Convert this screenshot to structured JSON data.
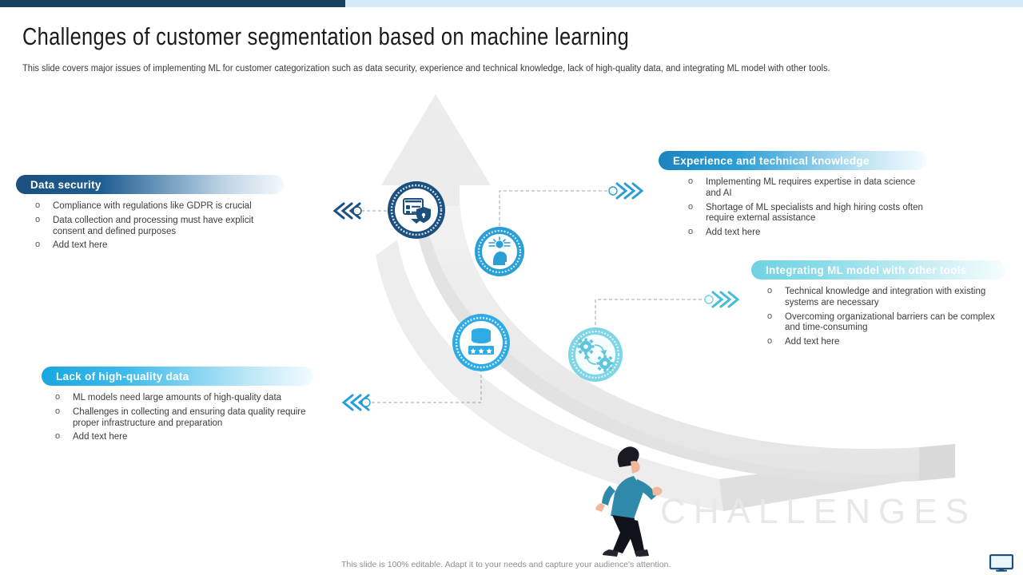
{
  "slide": {
    "title": "Challenges of customer segmentation based on machine learning",
    "subtitle": "This slide covers major issues of implementing ML for customer categorization such as data security, experience and technical knowledge, lack of high-quality data, and integrating ML model with other tools.",
    "watermark": "CHALLENGES",
    "footer_note": "This slide is 100% editable. Adapt it to your needs and capture your audience's attention."
  },
  "colors": {
    "topbar_dark": "#17405a",
    "topbar_light": "#d4ebf7",
    "accent_dark_blue": "#1b4f7e",
    "accent_blue": "#2a9fd6",
    "accent_light_blue": "#18a7e0",
    "accent_teal": "#6fd3e2",
    "ramp_gray": "#e9e9e9",
    "watermark_gray": "#e8e8e8"
  },
  "cards": [
    {
      "id": "data-security",
      "title": "Data security",
      "icon": "screen-lock-shield-icon",
      "bullets": [
        "Compliance with regulations like GDPR is crucial",
        "Data collection and processing must have explicit consent and defined purposes",
        "Add text here"
      ]
    },
    {
      "id": "experience-technical-knowledge",
      "title": "Experience and technical knowledge",
      "icon": "head-gear-icon",
      "bullets": [
        "Implementing ML requires expertise in data science and AI",
        "Shortage of ML specialists and high hiring costs often require external assistance",
        "Add text here"
      ]
    },
    {
      "id": "lack-of-high-quality-data",
      "title": "Lack of high-quality data",
      "icon": "database-stars-icon",
      "bullets": [
        "ML models need large amounts of high-quality data",
        "Challenges in collecting and ensuring data quality require proper infrastructure and preparation",
        "Add text here"
      ]
    },
    {
      "id": "integrating-ml-model",
      "title": "Integrating ML model with other tools",
      "icon": "gears-sync-icon",
      "bullets": [
        "Technical knowledge and integration with existing systems are necessary",
        "Overcoming organizational barriers can be complex and time-consuming",
        "Add text here"
      ]
    }
  ],
  "icons": {
    "corner": "monitor-icon",
    "connector_left": "triple-chevron-left-icon",
    "connector_right": "triple-chevron-right-icon",
    "person": "running-person-illustration",
    "ramp": "curved-upward-arrow-ramp"
  }
}
